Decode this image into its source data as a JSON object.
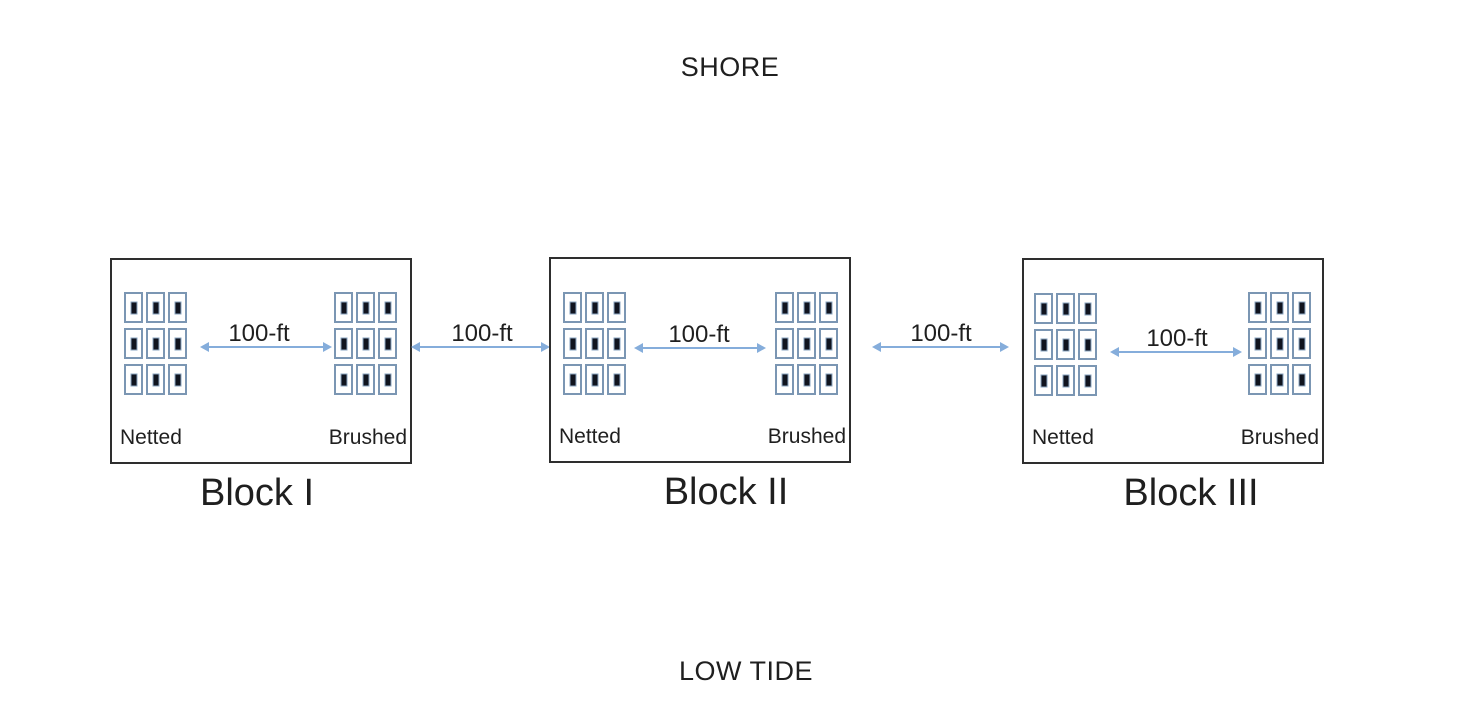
{
  "page": {
    "top_label": "SHORE",
    "bottom_label": "LOW TIDE"
  },
  "colors": {
    "cage_border": "#7b96b3",
    "cage_inner": "#10141f",
    "arrow": "#85addb",
    "block_border": "#2e2e2e",
    "text": "#1f1f1f",
    "background": "#ffffff"
  },
  "blocks": [
    {
      "title": "Block I",
      "left_treatment": "Netted",
      "right_treatment": "Brushed",
      "distance_label": "100-ft",
      "cages_per_treatment": 9,
      "grid_rows": 3,
      "grid_cols": 3
    },
    {
      "title": "Block II",
      "left_treatment": "Netted",
      "right_treatment": "Brushed",
      "distance_label": "100-ft",
      "cages_per_treatment": 9,
      "grid_rows": 3,
      "grid_cols": 3
    },
    {
      "title": "Block III",
      "left_treatment": "Netted",
      "right_treatment": "Brushed",
      "distance_label": "100-ft",
      "cages_per_treatment": 9,
      "grid_rows": 3,
      "grid_cols": 3
    }
  ],
  "between_blocks": [
    {
      "distance_label": "100-ft"
    },
    {
      "distance_label": "100-ft"
    }
  ]
}
